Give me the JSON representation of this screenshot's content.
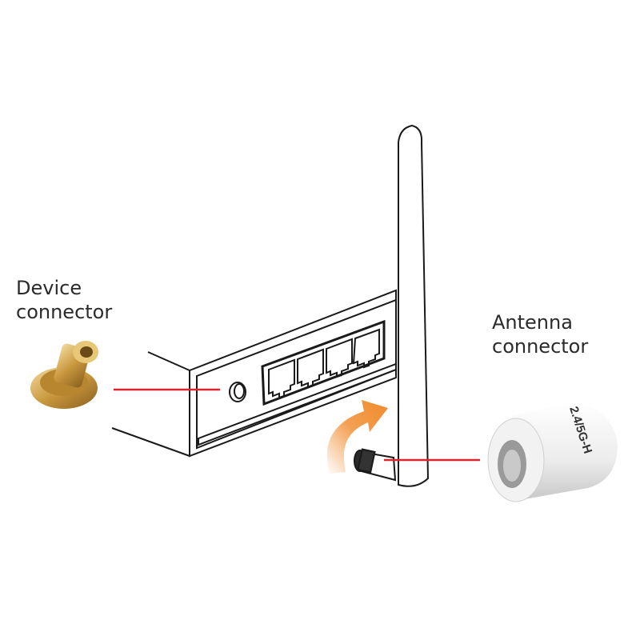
{
  "labels": {
    "device_connector": [
      "Device",
      "connector"
    ],
    "antenna_connector": [
      "Antenna",
      "connector"
    ]
  },
  "antenna_connector_marking": "2.4/5G-H",
  "colors": {
    "pointer_line": "#d9262c",
    "arrow": "#f0892a",
    "outline": "#1a1a1a"
  }
}
